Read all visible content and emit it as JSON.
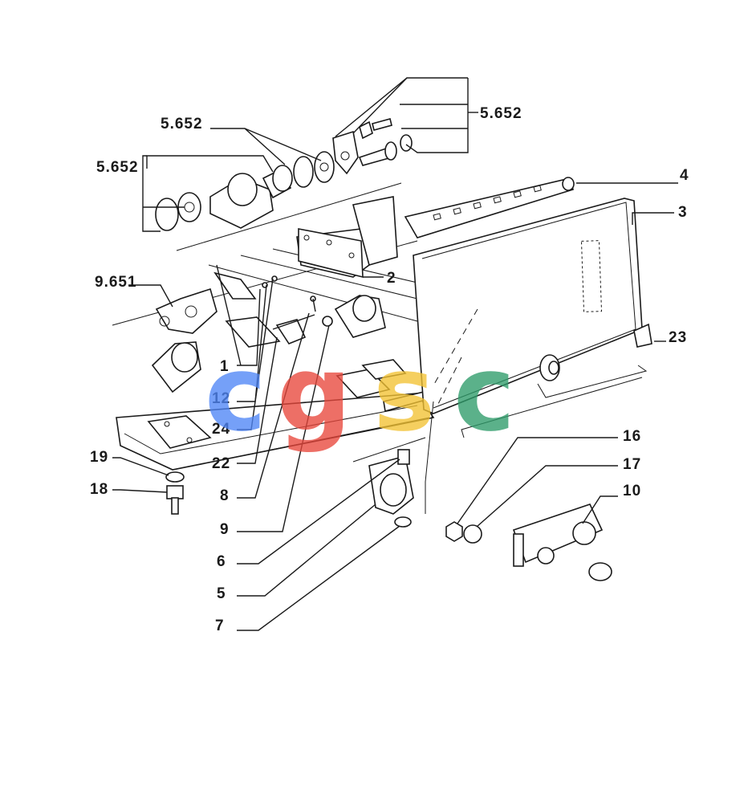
{
  "callouts": [
    {
      "id": "c-5652-top",
      "text": "5.652"
    },
    {
      "id": "c-5652-mid",
      "text": "5.652"
    },
    {
      "id": "c-5652-left",
      "text": "5.652"
    },
    {
      "id": "c-4",
      "text": "4"
    },
    {
      "id": "c-3",
      "text": "3"
    },
    {
      "id": "c-2",
      "text": "2"
    },
    {
      "id": "c-9651",
      "text": "9.651"
    },
    {
      "id": "c-23",
      "text": "23"
    },
    {
      "id": "c-1",
      "text": "1"
    },
    {
      "id": "c-12",
      "text": "12"
    },
    {
      "id": "c-24",
      "text": "24"
    },
    {
      "id": "c-22",
      "text": "22"
    },
    {
      "id": "c-8",
      "text": "8"
    },
    {
      "id": "c-9",
      "text": "9"
    },
    {
      "id": "c-6",
      "text": "6"
    },
    {
      "id": "c-5",
      "text": "5"
    },
    {
      "id": "c-7",
      "text": "7"
    },
    {
      "id": "c-19",
      "text": "19"
    },
    {
      "id": "c-18",
      "text": "18"
    },
    {
      "id": "c-16",
      "text": "16"
    },
    {
      "id": "c-17",
      "text": "17"
    },
    {
      "id": "c-10",
      "text": "10"
    }
  ],
  "watermark": {
    "letters": [
      "c",
      "g",
      "s",
      "c"
    ],
    "colors": [
      "#4f86f7",
      "#e8473c",
      "#f3c233",
      "#2e9c6a"
    ]
  }
}
